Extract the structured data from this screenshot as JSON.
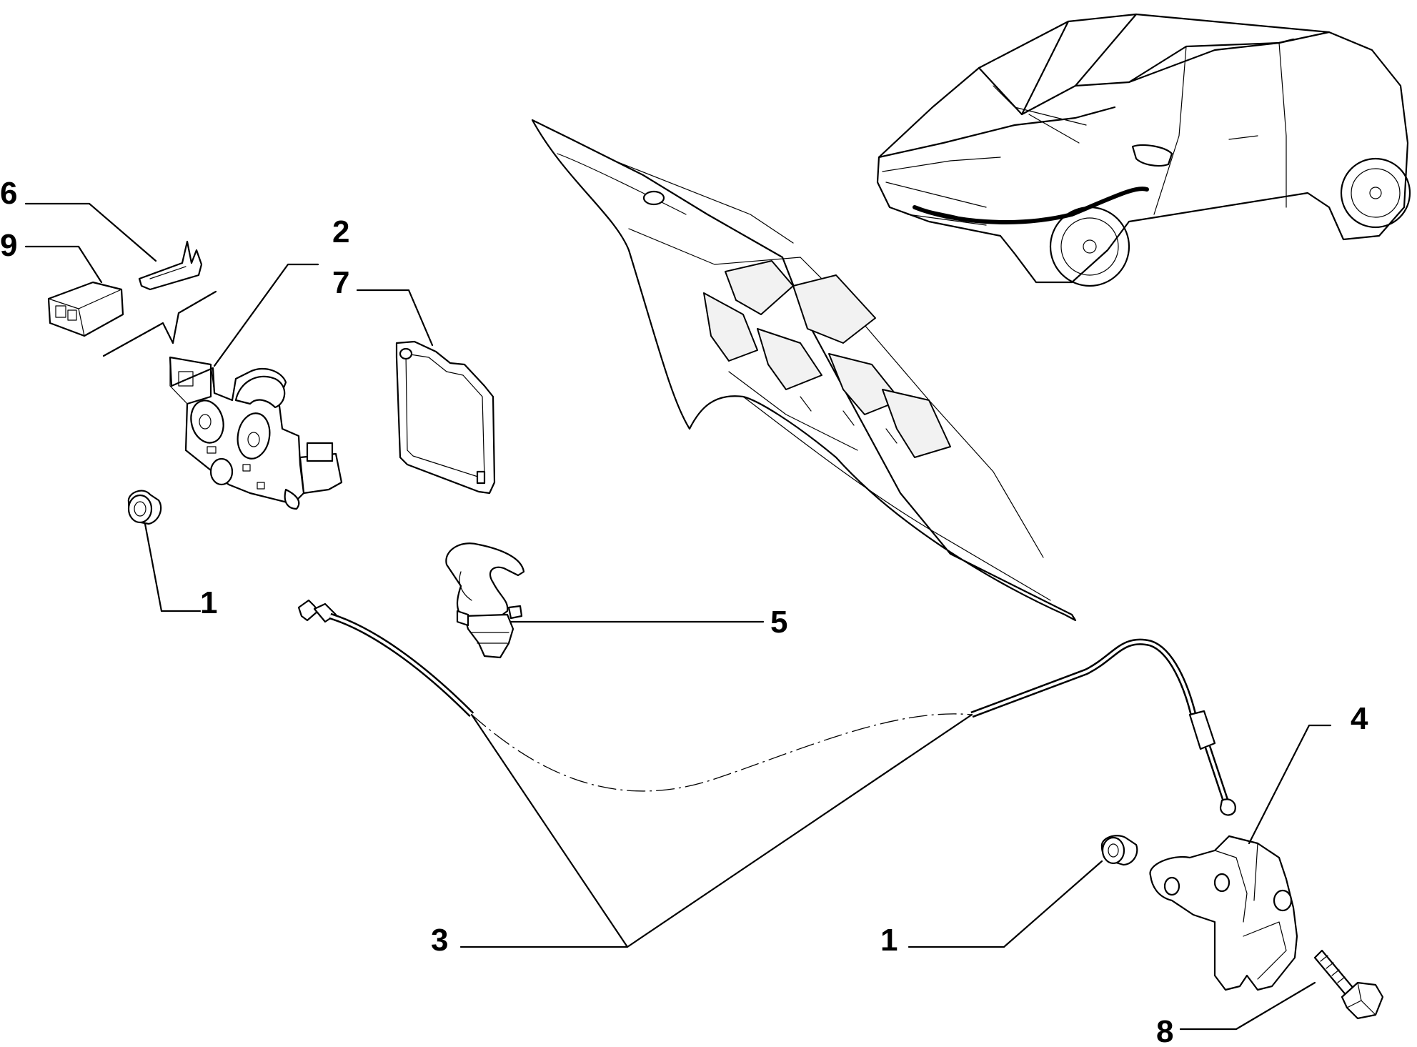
{
  "diagram": {
    "callouts": [
      {
        "id": "c6",
        "label": "6"
      },
      {
        "id": "c9",
        "label": "9"
      },
      {
        "id": "c2",
        "label": "2"
      },
      {
        "id": "c7",
        "label": "7"
      },
      {
        "id": "c1a",
        "label": "1"
      },
      {
        "id": "c5",
        "label": "5"
      },
      {
        "id": "c4",
        "label": "4"
      },
      {
        "id": "c3",
        "label": "3"
      },
      {
        "id": "c1b",
        "label": "1"
      },
      {
        "id": "c8",
        "label": "8"
      }
    ]
  }
}
